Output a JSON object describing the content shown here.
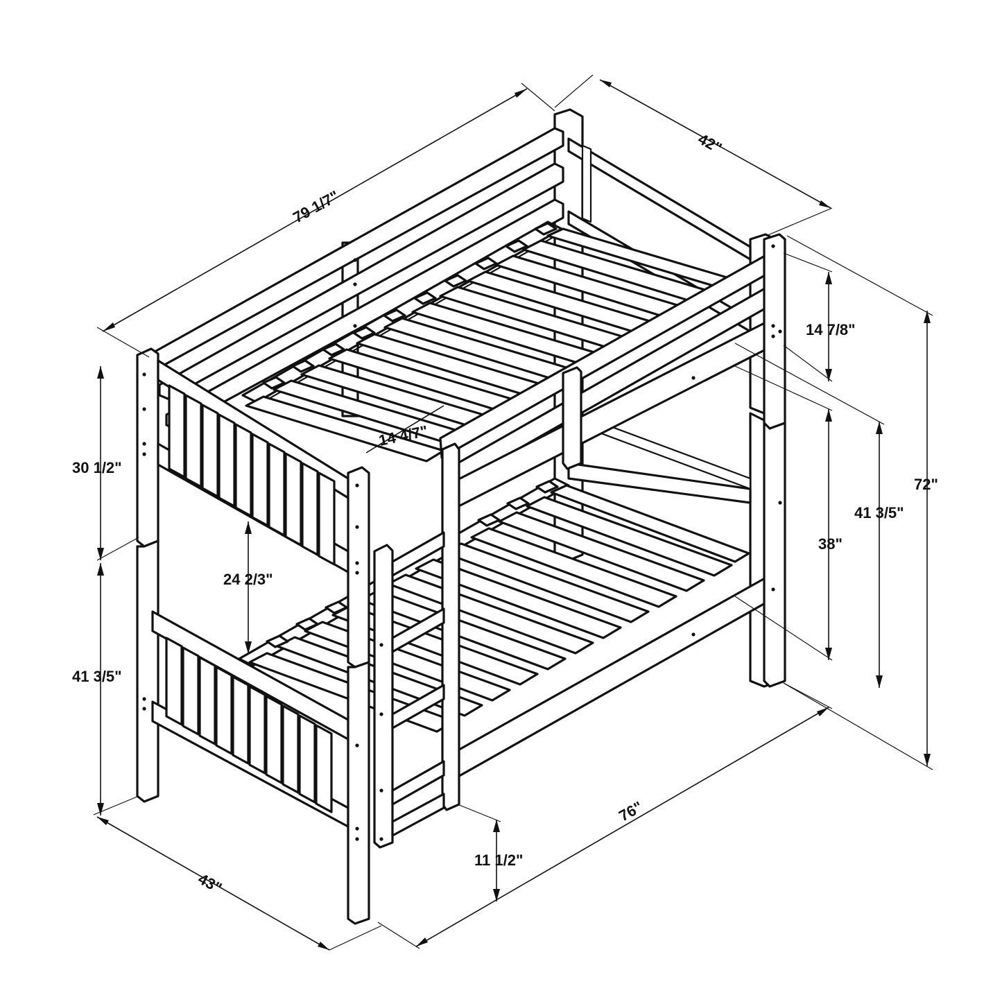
{
  "diagram": {
    "subject_icon": "bunk-bed-line-drawing",
    "colors": {
      "line": "#111111",
      "background": "#ffffff"
    },
    "dimensions": {
      "overall_length": "79 1/7\"",
      "overall_width": "42\"",
      "guardrail_height": "14 7/8\"",
      "overall_height": "72\"",
      "upper_headboard_height": "30 1/2\"",
      "lower_post_height": "41 3/5\"",
      "bed_clearance": "24 2/3\"",
      "rail_height": "14 4/7\"",
      "upper_bed_height": "38\"",
      "side_post_height": "41 3/5\"",
      "mattress_length": "76\"",
      "front_width": "43\"",
      "floor_clearance": "11 1/2\""
    }
  }
}
